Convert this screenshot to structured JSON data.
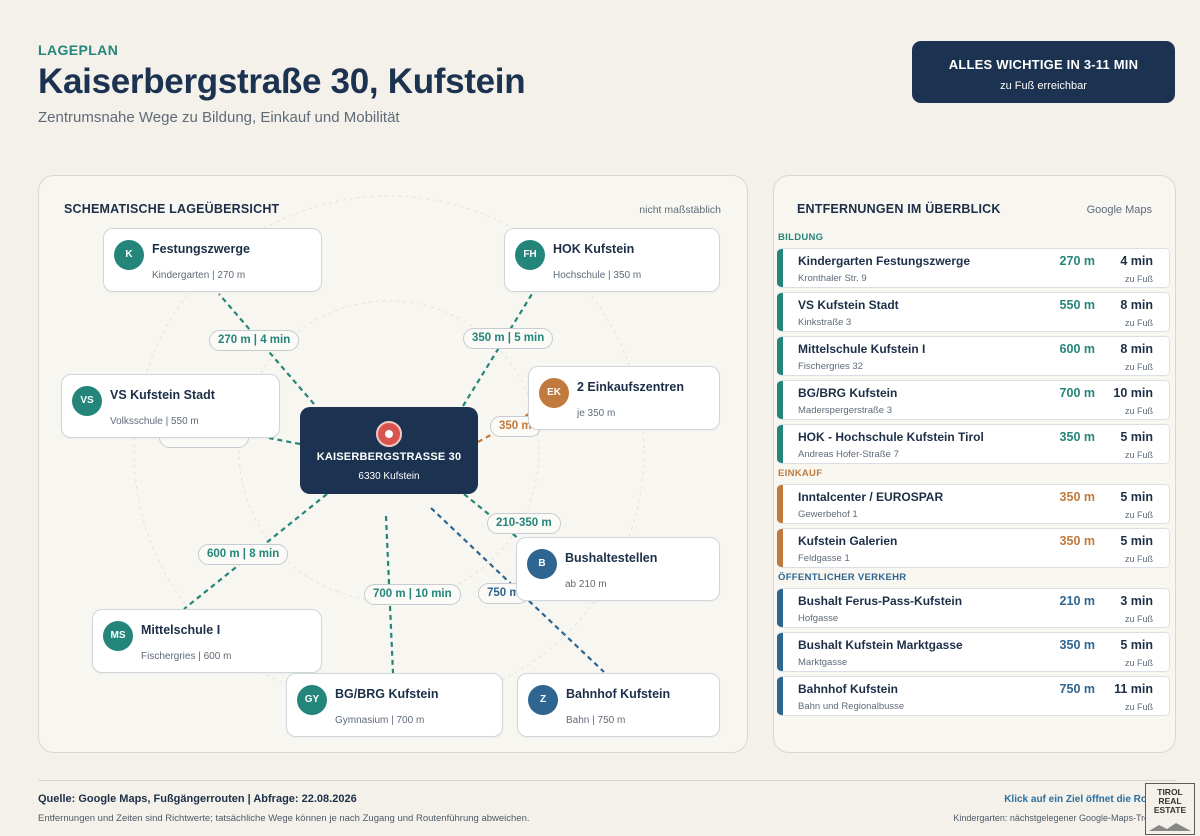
{
  "header": {
    "kicker": "LAGEPLAN",
    "title": "Kaiserbergstraße 30, Kufstein",
    "subtitle": "Zentrumsnahe Wege zu Bildung, Einkauf und Mobilität",
    "promo_title": "ALLES WICHTIGE IN 3-11 MIN",
    "promo_sub": "zu Fuß erreichbar"
  },
  "colors": {
    "navy": "#1b3250",
    "teal": "#24857a",
    "orange": "#c07a3e",
    "blue": "#2e6591",
    "pin": "#d9534f",
    "background": "#f4f1ea"
  },
  "map": {
    "heading": "SCHEMATISCHE LAGEÜBERSICHT",
    "note": "nicht maßstäblich",
    "center": {
      "title": "KAISERBERGSTRASSE 30",
      "sub": "6330 Kufstein",
      "icon": "map-pin-icon"
    },
    "nodes": {
      "k": {
        "badge": "K",
        "name": "Festungszwerge",
        "sub": "Kindergarten | 270 m",
        "category": "bildung"
      },
      "fh": {
        "badge": "FH",
        "name": "HOK Kufstein",
        "sub": "Hochschule | 350 m",
        "category": "bildung"
      },
      "vs": {
        "badge": "VS",
        "name": "VS Kufstein Stadt",
        "sub": "Volksschule | 550 m",
        "category": "bildung"
      },
      "ek": {
        "badge": "EK",
        "name": "2 Einkaufszentren",
        "sub": "je 350 m",
        "category": "einkauf"
      },
      "b": {
        "badge": "B",
        "name": "Bushaltestellen",
        "sub": "ab 210 m",
        "category": "verkehr"
      },
      "ms": {
        "badge": "MS",
        "name": "Mittelschule I",
        "sub": "Fischergries | 600 m",
        "category": "bildung"
      },
      "gy": {
        "badge": "GY",
        "name": "BG/BRG Kufstein",
        "sub": "Gymnasium | 700 m",
        "category": "bildung"
      },
      "z": {
        "badge": "Z",
        "name": "Bahnhof Kufstein",
        "sub": "Bahn | 750 m",
        "category": "verkehr"
      }
    },
    "labels": {
      "k": "270 m | 4 min",
      "fh": "350 m | 5 min",
      "ek": "350 m",
      "b": "210-350 m",
      "ms": "600 m | 8 min",
      "gy": "700 m | 10 min",
      "z": "750 m"
    }
  },
  "table": {
    "heading": "ENTFERNUNGEN IM ÜBERBLICK",
    "source": "Google Maps",
    "categories": [
      {
        "label": "BILDUNG",
        "key": "bildung",
        "rows": [
          {
            "name": "Kindergarten Festungszwerge",
            "address": "Kronthaler Str. 9",
            "distance": "270 m",
            "time": "4 min",
            "mode": "zu Fuß"
          },
          {
            "name": "VS Kufstein Stadt",
            "address": "Kinkstraße 3",
            "distance": "550 m",
            "time": "8 min",
            "mode": "zu Fuß"
          },
          {
            "name": "Mittelschule Kufstein I",
            "address": "Fischergries 32",
            "distance": "600 m",
            "time": "8 min",
            "mode": "zu Fuß"
          },
          {
            "name": "BG/BRG Kufstein",
            "address": "Maderspergerstraße 3",
            "distance": "700 m",
            "time": "10 min",
            "mode": "zu Fuß"
          },
          {
            "name": "HOK - Hochschule Kufstein Tirol",
            "address": "Andreas Hofer-Straße 7",
            "distance": "350 m",
            "time": "5 min",
            "mode": "zu Fuß"
          }
        ]
      },
      {
        "label": "EINKAUF",
        "key": "einkauf",
        "rows": [
          {
            "name": "Inntalcenter / EUROSPAR",
            "address": "Gewerbehof 1",
            "distance": "350 m",
            "time": "5 min",
            "mode": "zu Fuß"
          },
          {
            "name": "Kufstein Galerien",
            "address": "Feldgasse 1",
            "distance": "350 m",
            "time": "5 min",
            "mode": "zu Fuß"
          }
        ]
      },
      {
        "label": "ÖFFENTLICHER VERKEHR",
        "key": "verkehr",
        "rows": [
          {
            "name": "Bushalt Ferus-Pass-Kufstein",
            "address": "Hofgasse",
            "distance": "210 m",
            "time": "3 min",
            "mode": "zu Fuß"
          },
          {
            "name": "Bushalt Kufstein Marktgasse",
            "address": "Marktgasse",
            "distance": "350 m",
            "time": "5 min",
            "mode": "zu Fuß"
          },
          {
            "name": "Bahnhof Kufstein",
            "address": "Bahn und Regionalbusse",
            "distance": "750 m",
            "time": "11 min",
            "mode": "zu Fuß"
          }
        ]
      }
    ]
  },
  "footer": {
    "source": "Quelle: Google Maps, Fußgängerrouten | Abfrage: 22.08.2026",
    "note": "Entfernungen und Zeiten sind Richtwerte; tatsächliche Wege können je nach Zugang und Routenführung abweichen.",
    "hint": "Klick auf ein Ziel öffnet die Route",
    "hint2": "Kindergarten: nächstgelegener Google-Maps-Treffer",
    "logo_lines": [
      "TIROL",
      "REAL",
      "ESTATE"
    ]
  }
}
